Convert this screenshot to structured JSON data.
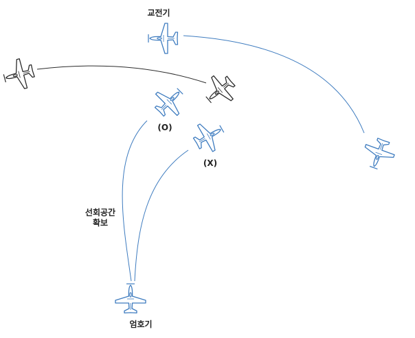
{
  "labels": {
    "bandit": "교전기",
    "correct_turn": "(O)",
    "wrong_turn": "(X)",
    "turn_space_line1": "선회공간",
    "turn_space_line2": "확보",
    "wingman": "엄호기"
  },
  "colors": {
    "friendly": "#3d7bbf",
    "enemy": "#2a2a2a",
    "text": "#222222"
  },
  "icons": {
    "aircraft": "airplane-icon"
  }
}
